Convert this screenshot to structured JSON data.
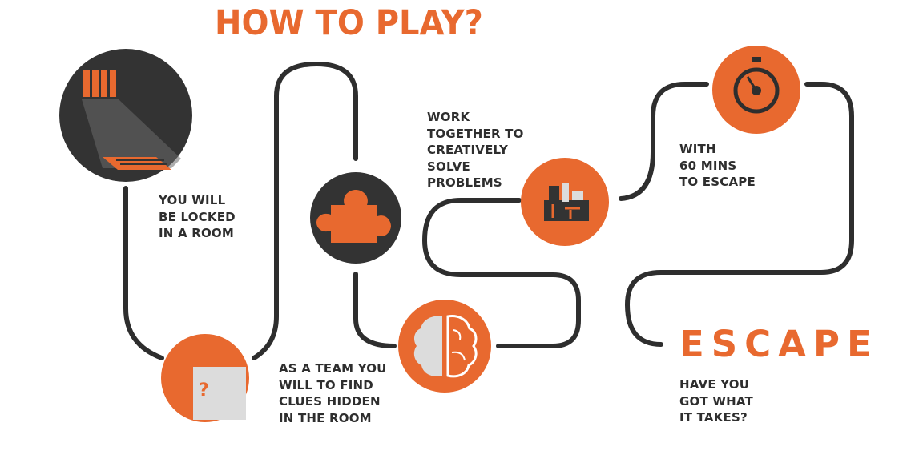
{
  "title": "HOW TO PLAY?",
  "steps": [
    {
      "lines": [
        "YOU WILL",
        "BE LOCKED",
        "IN A ROOM"
      ]
    },
    {
      "lines": [
        "AS A TEAM YOU",
        "WILL TO FIND",
        "CLUES HIDDEN",
        "IN THE ROOM"
      ]
    },
    {
      "lines": [
        "WORK",
        "TOGETHER TO",
        "CREATIVELY",
        "SOLVE",
        "PROBLEMS"
      ]
    },
    {
      "lines": [
        "WITH",
        "60 MINS",
        "TO ESCAPE"
      ]
    }
  ],
  "escape_word": "ESCAPE",
  "tagline": [
    "HAVE YOU",
    "GOT WHAT",
    "IT TAKES?"
  ],
  "question_mark": "?",
  "icons": [
    "jail-cell-icon",
    "question-box-icon",
    "puzzle-piece-icon",
    "brain-icon",
    "blocks-icon",
    "stopwatch-icon"
  ],
  "colors": {
    "accent": "#e8692f",
    "dark": "#333333",
    "path": "#2e2e2e",
    "light": "#dcdcdc"
  }
}
